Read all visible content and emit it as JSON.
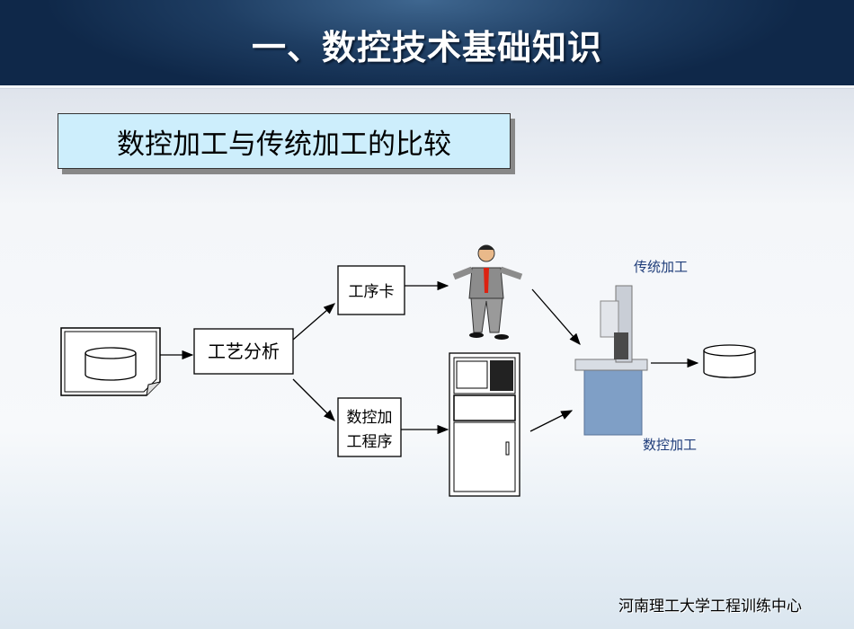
{
  "header": {
    "title": "一、数控技术基础知识"
  },
  "subtitle": "数控加工与传统加工的比较",
  "diagram": {
    "process_analysis": "工艺分析",
    "process_card": "工序卡",
    "nc_program_line1": "数控加",
    "nc_program_line2": "工程序",
    "traditional_label": "传统加工",
    "nc_label": "数控加工"
  },
  "footer": "河南理工大学工程训练中心"
}
